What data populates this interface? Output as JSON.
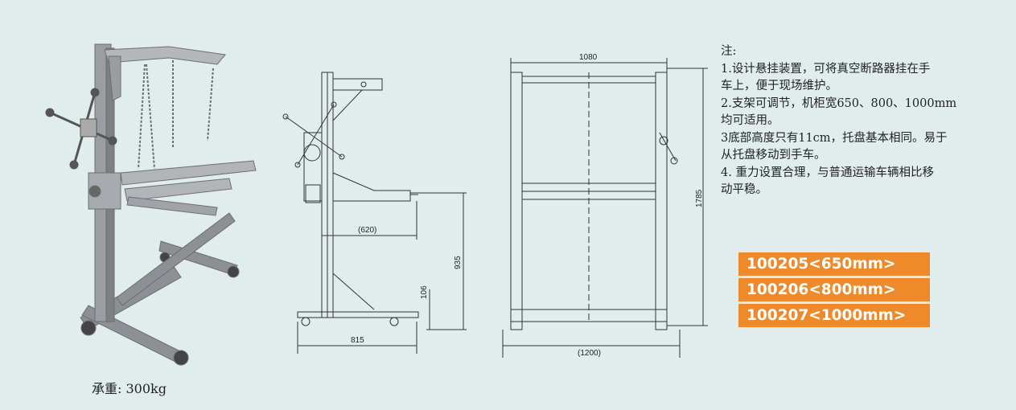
{
  "product_photo": {
    "caption": "承重: 300kg"
  },
  "side_drawing": {
    "dims": {
      "d620": "(620)",
      "d815": "815",
      "d935": "935",
      "d106": "106"
    }
  },
  "front_drawing": {
    "dims": {
      "d1080": "1080",
      "d1200": "(1200)",
      "d1785": "1785"
    }
  },
  "notes": {
    "heading": "注:",
    "lines": [
      "1.设计悬挂装置，可将真空断路器挂在手",
      "车上，便于现场维护。",
      "2.支架可调节，机柜宽650、800、1000mm",
      "均可适用。",
      "3底部高度只有11cm，托盘基本相同。易于",
      "从托盘移动到手车。",
      "4. 重力设置合理，与普通运输车辆相比移",
      "动平稳。"
    ]
  },
  "models": [
    "100205<650mm>",
    "100206<800mm>",
    "100207<1000mm>"
  ],
  "colors": {
    "accent": "#ef8a2b",
    "background": "#e1eced"
  }
}
